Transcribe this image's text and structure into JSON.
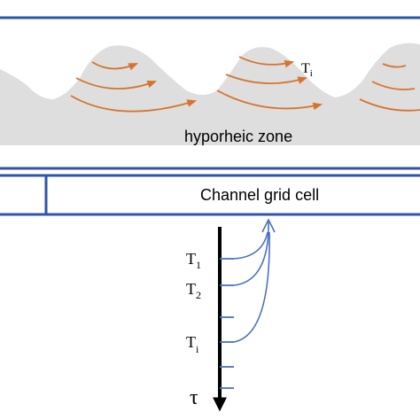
{
  "labels": {
    "zone": "hyporheic zone",
    "cell": "Channel grid cell",
    "t_i_top": "T",
    "t_i_top_sub": "i",
    "t1": "T",
    "t1_sub": "1",
    "t2": "T",
    "t2_sub": "2",
    "ti": "T",
    "ti_sub": "i",
    "tau": "τ"
  },
  "colors": {
    "frame": "#2f54a8",
    "zone_fill": "#dedede",
    "flow_arrow": "#d6742d",
    "axis": "#000000",
    "tick": "#4a70c0",
    "text": "#000000"
  },
  "icons": {
    "flow_arrows": "orange-curved-arrow-icon",
    "return_arrow": "blue-arrowhead-icon",
    "axis_arrow": "black-downward-arrow-icon"
  }
}
